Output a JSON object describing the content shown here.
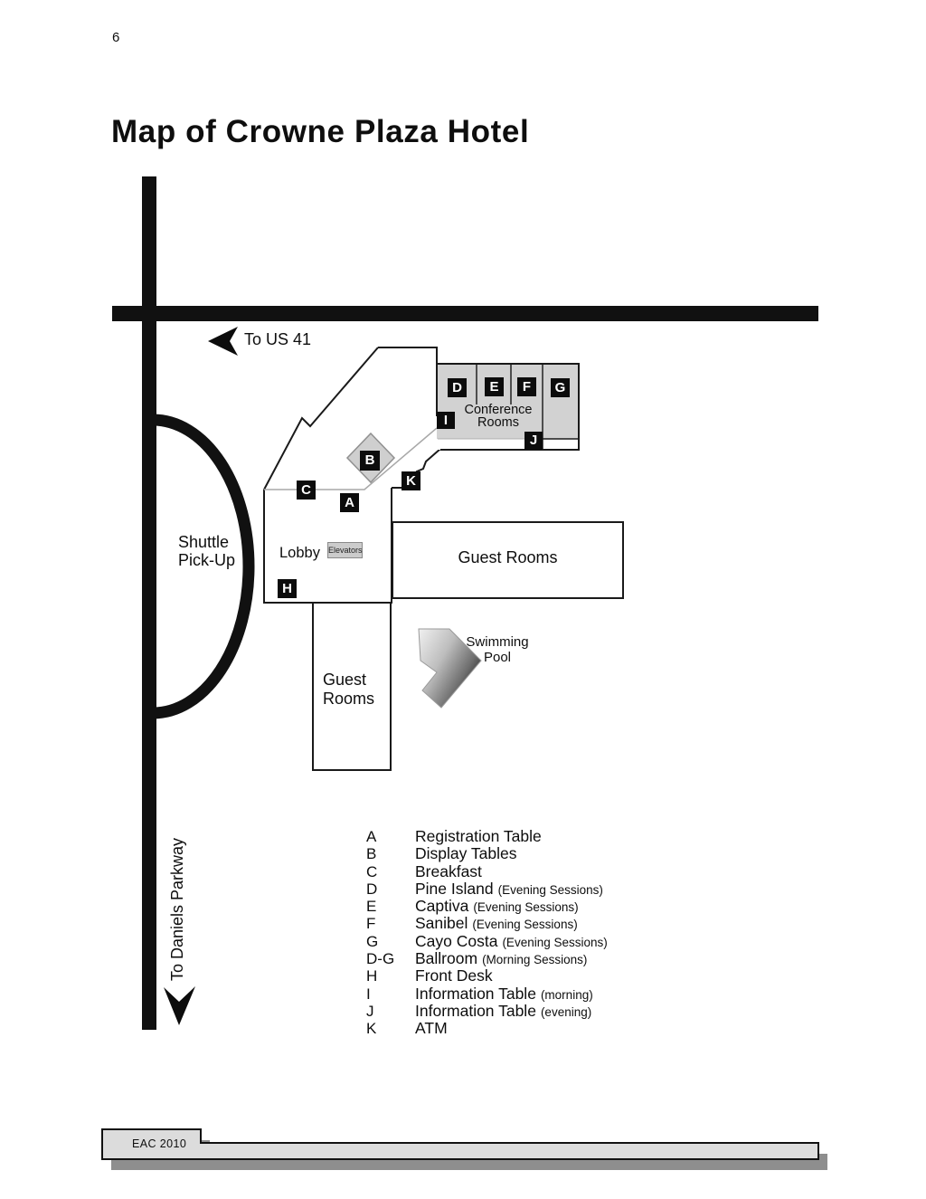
{
  "page": {
    "number": "6",
    "title": "Map of Crowne Plaza Hotel"
  },
  "footer": {
    "label": "EAC 2010"
  },
  "map": {
    "to_us41": "To US 41",
    "to_daniels": "To Daniels Parkway",
    "shuttle_line1": "Shuttle",
    "shuttle_line2": "Pick-Up",
    "lobby": "Lobby",
    "elevators": "Elevators",
    "conference_line1": "Conference",
    "conference_line2": "Rooms",
    "guest_rooms_right": "Guest Rooms",
    "guest_bottom_line1": "Guest",
    "guest_bottom_line2": "Rooms",
    "pool_line1": "Swimming",
    "pool_line2": "Pool",
    "markers": [
      {
        "id": "D",
        "label": "D"
      },
      {
        "id": "E",
        "label": "E"
      },
      {
        "id": "F",
        "label": "F"
      },
      {
        "id": "G",
        "label": "G"
      },
      {
        "id": "I",
        "label": "I"
      },
      {
        "id": "J",
        "label": "J"
      },
      {
        "id": "B",
        "label": "B"
      },
      {
        "id": "K",
        "label": "K"
      },
      {
        "id": "C",
        "label": "C"
      },
      {
        "id": "A",
        "label": "A"
      },
      {
        "id": "H",
        "label": "H"
      }
    ]
  },
  "legend": [
    {
      "letter": "A",
      "label": "Registration Table",
      "note": ""
    },
    {
      "letter": "B",
      "label": "Display Tables",
      "note": ""
    },
    {
      "letter": "C",
      "label": "Breakfast",
      "note": ""
    },
    {
      "letter": "D",
      "label": "Pine Island",
      "note": "(Evening Sessions)"
    },
    {
      "letter": "E",
      "label": "Captiva",
      "note": "(Evening Sessions)"
    },
    {
      "letter": "F",
      "label": "Sanibel",
      "note": "(Evening Sessions)"
    },
    {
      "letter": "G",
      "label": "Cayo Costa",
      "note": "(Evening Sessions)"
    },
    {
      "letter": "D-G",
      "label": "Ballroom",
      "note": "(Morning Sessions)"
    },
    {
      "letter": "H",
      "label": "Front Desk",
      "note": ""
    },
    {
      "letter": "I",
      "label": "Information Table",
      "note": "(morning)"
    },
    {
      "letter": "J",
      "label": "Information Table",
      "note": "(evening)"
    },
    {
      "letter": "K",
      "label": "ATM",
      "note": ""
    }
  ],
  "colors": {
    "road": "#111111",
    "room_gray": "#d2d2d2",
    "footer_gray": "#dcdcdc",
    "shadow_gray": "#8e8e8e"
  }
}
